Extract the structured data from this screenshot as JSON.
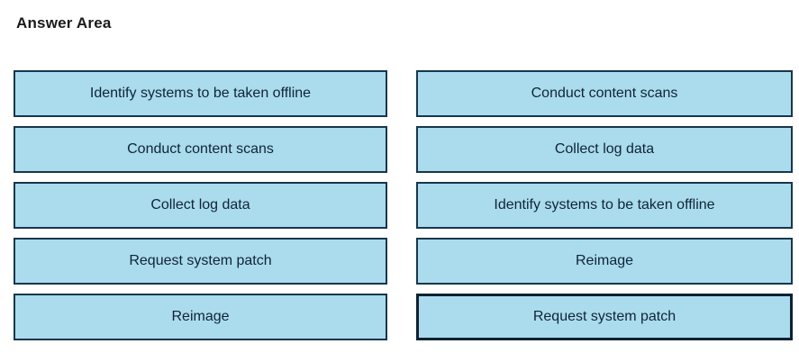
{
  "title": "Answer Area",
  "colors": {
    "box_fill": "#aadcee",
    "box_border": "#17364d",
    "box_border_selected": "#0d2233",
    "box_text": "#102435",
    "title_text": "#1a1a1a",
    "background": "#ffffff"
  },
  "left_column": {
    "items": [
      "Identify systems to be taken offline",
      "Conduct content scans",
      "Collect log data",
      "Request system patch",
      "Reimage"
    ]
  },
  "right_column": {
    "items": [
      "Conduct content scans",
      "Collect log data",
      "Identify systems to be taken offline",
      "Reimage",
      "Request system patch"
    ]
  }
}
